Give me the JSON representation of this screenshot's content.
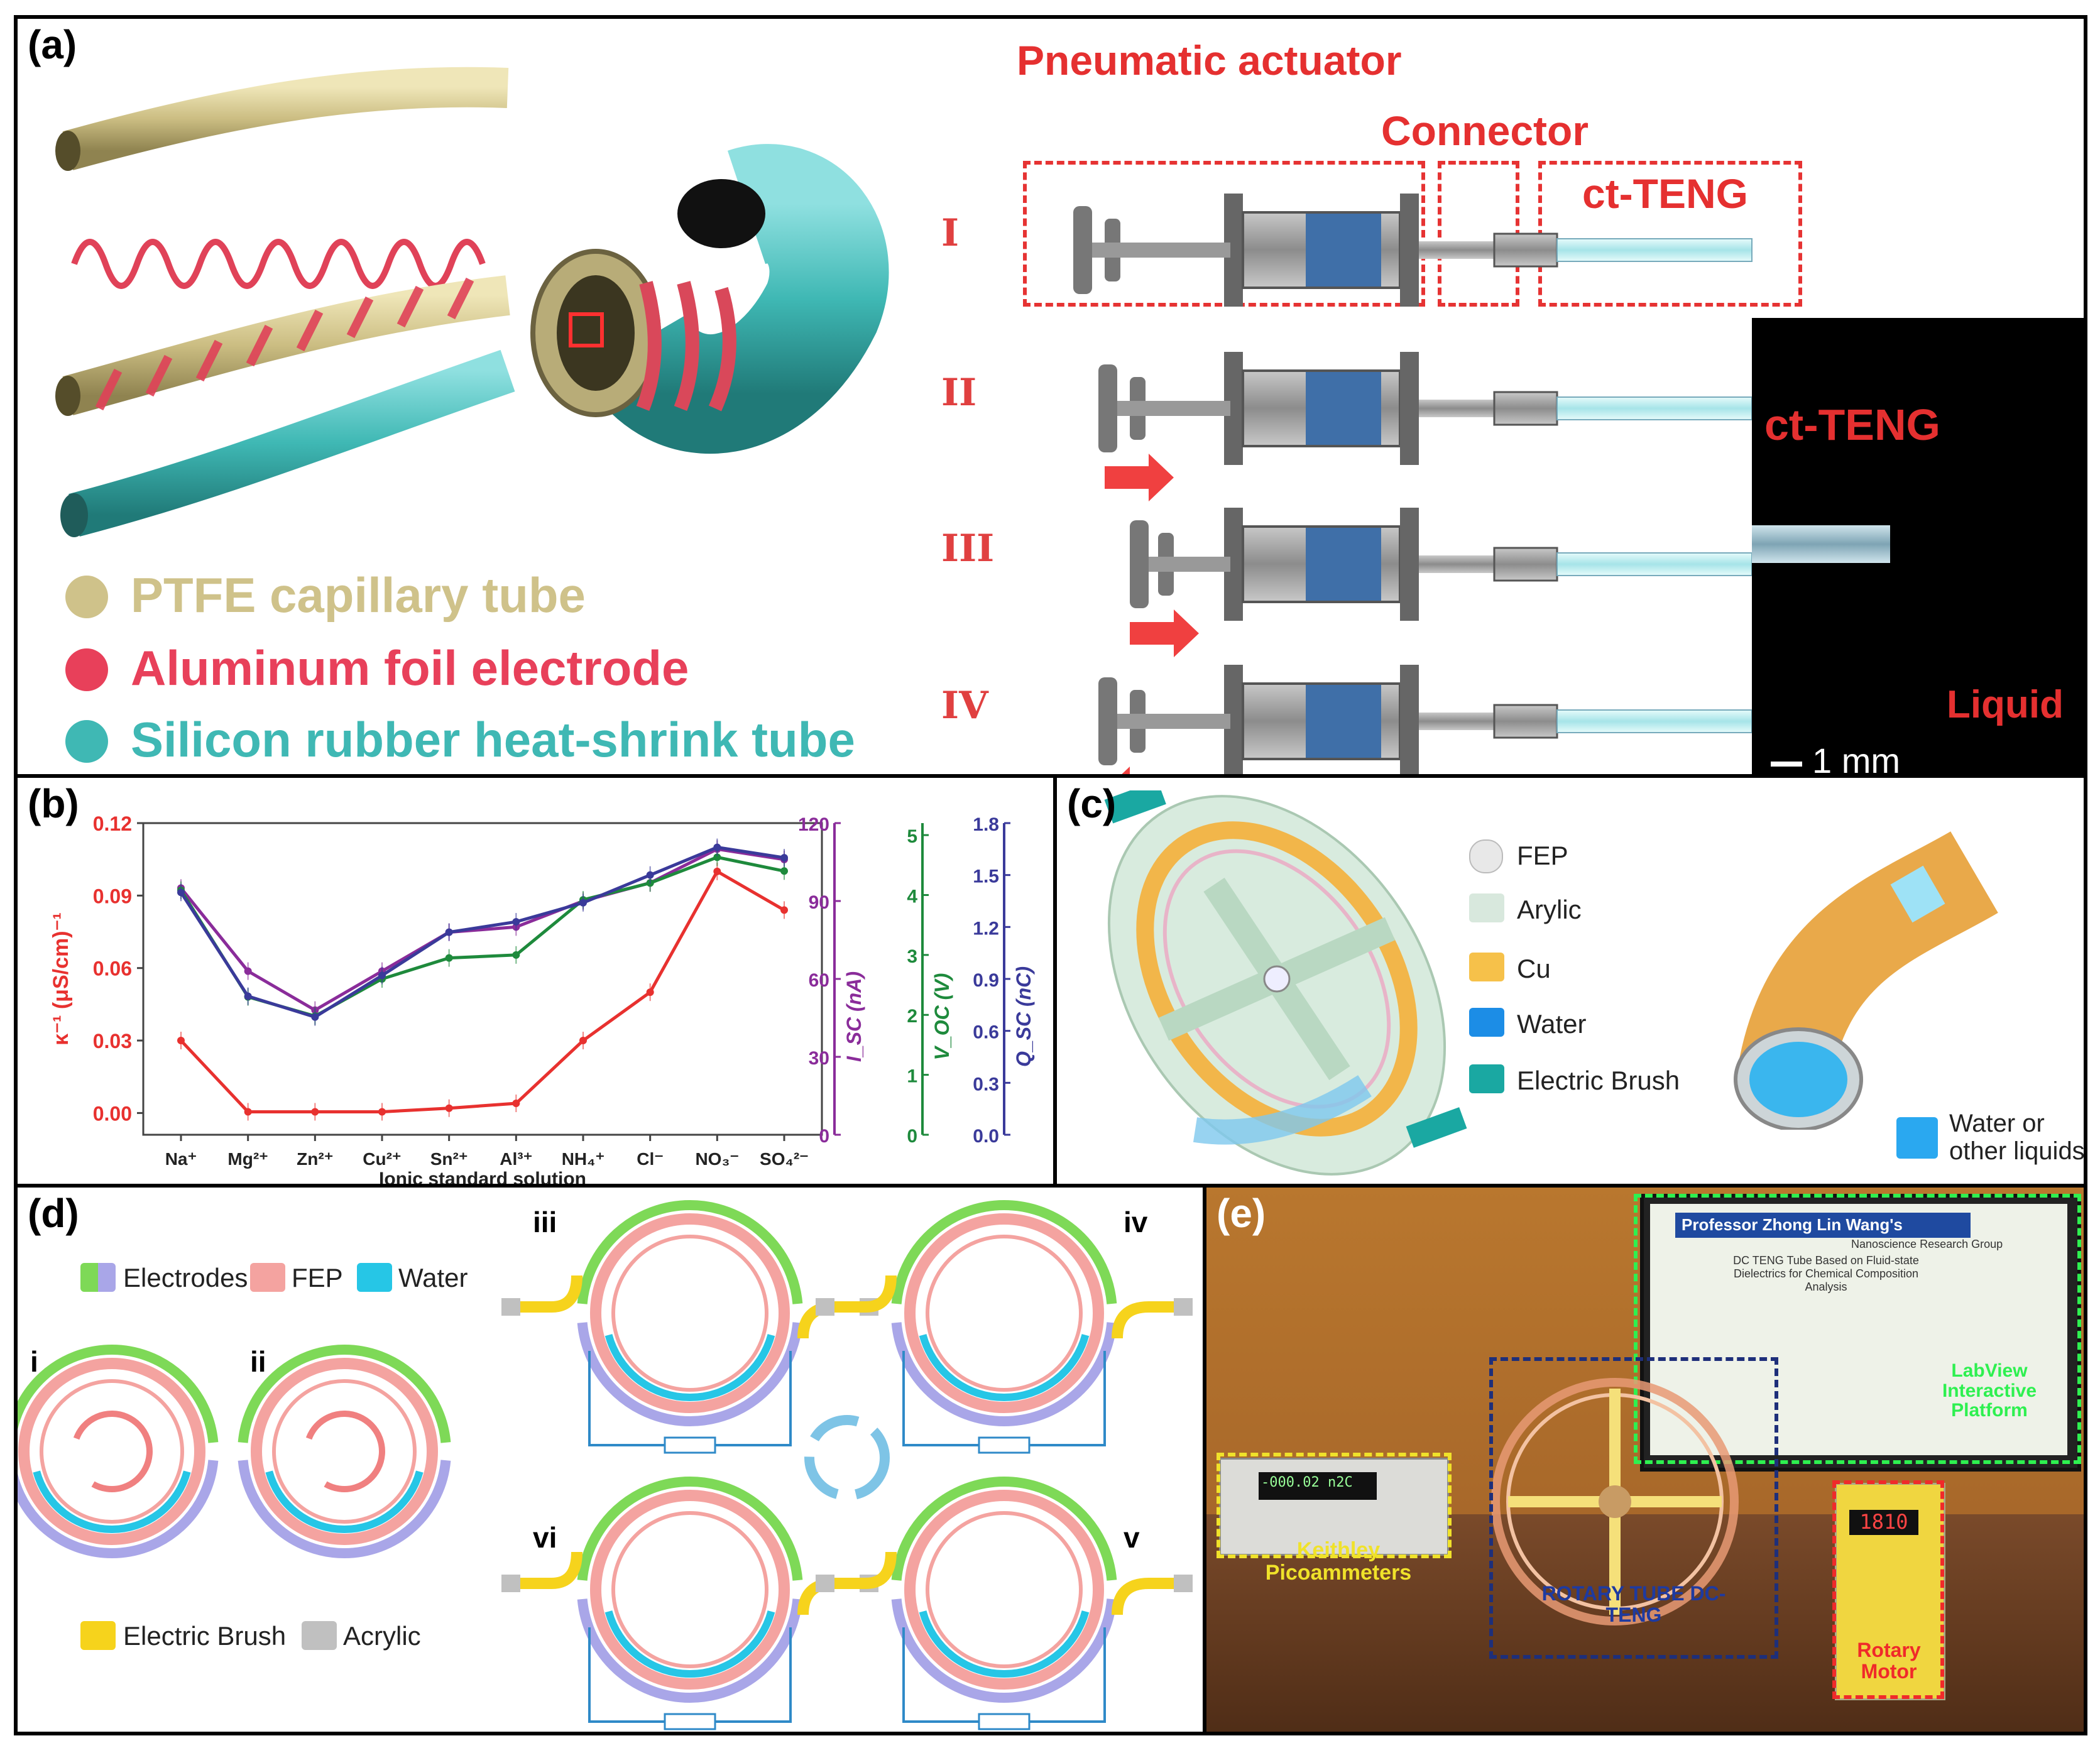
{
  "panel_a": {
    "label": "(a)",
    "legend": [
      {
        "text": "PTFE capillary tube",
        "color": "#cfc28a"
      },
      {
        "text": "Aluminum foil electrode",
        "color": "#e8405a"
      },
      {
        "text": "Silicon rubber heat-shrink tube",
        "color": "#3fb8b4"
      }
    ],
    "titles": {
      "pneumatic": "Pneumatic actuator",
      "connector": "Connector",
      "ct_teng": "ct-TENG"
    },
    "stages": [
      "I",
      "II",
      "III",
      "IV"
    ],
    "micro": {
      "title": "ct-TENG",
      "liquid": "Liquid",
      "scale": "1 mm"
    }
  },
  "panel_b": {
    "label": "(b)",
    "chart_data": {
      "type": "line",
      "categories": [
        "Na⁺",
        "Mg²⁺",
        "Zn²⁺",
        "Cu²⁺",
        "Sn²⁺",
        "Al³⁺",
        "NH₄⁺",
        "Cl⁻",
        "NO₃⁻",
        "SO₄²⁻"
      ],
      "xlabel": "Ionic standard solution",
      "series": [
        {
          "name": "κ⁻¹ (μS/cm)⁻¹",
          "color": "#e8312f",
          "axis": "k",
          "values": [
            0.03,
            0.0005,
            0.0005,
            0.0005,
            0.002,
            0.004,
            0.03,
            0.05,
            0.1,
            0.084
          ]
        },
        {
          "name": "I_SC (nA)",
          "color": "#8a2c9a",
          "axis": "i",
          "values": [
            95,
            63,
            48,
            63,
            78,
            80,
            90,
            97,
            110,
            106
          ]
        },
        {
          "name": "V_OC (V)",
          "color": "#1e8a3c",
          "axis": "v",
          "values": [
            4.08,
            2.3,
            1.98,
            2.6,
            2.95,
            3.0,
            3.92,
            4.2,
            4.63,
            4.4
          ]
        },
        {
          "name": "Q_SC (nC)",
          "color": "#3a3a9a",
          "axis": "q",
          "values": [
            1.4,
            0.8,
            0.68,
            0.92,
            1.17,
            1.23,
            1.34,
            1.5,
            1.66,
            1.6
          ]
        }
      ],
      "axes": {
        "k": {
          "label": "κ⁻¹ (μS/cm)⁻¹",
          "ylim": [
            -0.009,
            0.12
          ],
          "ticks": [
            "0.00",
            "0.03",
            "0.06",
            "0.09",
            "0.12"
          ],
          "tick_values": [
            0,
            0.03,
            0.06,
            0.09,
            0.12
          ],
          "color": "#e8312f"
        },
        "i": {
          "label": "I_SC (nA)",
          "ylim": [
            0,
            120
          ],
          "ticks": [
            "0",
            "30",
            "60",
            "90",
            "120"
          ],
          "tick_values": [
            0,
            30,
            60,
            90,
            120
          ],
          "color": "#8a2c9a"
        },
        "v": {
          "label": "V_OC (V)",
          "ylim": [
            0,
            5.2
          ],
          "ticks": [
            "0",
            "1",
            "2",
            "3",
            "4",
            "5"
          ],
          "tick_values": [
            0,
            1,
            2,
            3,
            4,
            5
          ],
          "color": "#1e8a3c"
        },
        "q": {
          "label": "Q_SC (nC)",
          "ylim": [
            0,
            1.8
          ],
          "ticks": [
            "0.0",
            "0.3",
            "0.6",
            "0.9",
            "1.2",
            "1.5",
            "1.8"
          ],
          "tick_values": [
            0,
            0.3,
            0.6,
            0.9,
            1.2,
            1.5,
            1.8
          ],
          "color": "#3a3a9a"
        }
      }
    }
  },
  "panel_c": {
    "label": "(c)",
    "legend": [
      {
        "text": "FEP",
        "color": "#e8e8e8"
      },
      {
        "text": "Arylic",
        "color": "#d8e8dd"
      },
      {
        "text": "Cu",
        "color": "#f6c14a"
      },
      {
        "text": "Water",
        "color": "#1c8de6"
      },
      {
        "text": "Electric Brush",
        "color": "#1aa8a2"
      }
    ],
    "water_legend": "Water or other liquids",
    "water_color": "#2aa8f0"
  },
  "panel_d": {
    "label": "(d)",
    "legend_top": [
      {
        "text": "Electrodes",
        "color": "#a9a6e8"
      },
      {
        "text": "FEP",
        "color": "#f4a3a0"
      },
      {
        "text": "Water",
        "color": "#26c6e6"
      }
    ],
    "legend_bottom": [
      {
        "text": "Electric Brush",
        "color": "#f6d31c"
      },
      {
        "text": "Acrylic",
        "color": "#c0c0c0"
      }
    ],
    "stages": [
      "i",
      "ii",
      "iii",
      "iv",
      "v",
      "vi"
    ]
  },
  "panel_e": {
    "label": "(e)",
    "screen_title": "Professor Zhong Lin Wang's",
    "screen_subtitle": "Nanoscience Research Group",
    "screen_heading": "DC TENG Tube Based on Fluid-state Dielectrics for Chemical Composition Analysis",
    "labview": "LabView Interactive Platform",
    "keithley": "Keithley Picoammeters",
    "rotary_tube": "ROTARY TUBE DC-TENG",
    "rotary_motor": "Rotary Motor",
    "meter_reading": "-000.02 n2C",
    "motor_reading": "1810"
  }
}
